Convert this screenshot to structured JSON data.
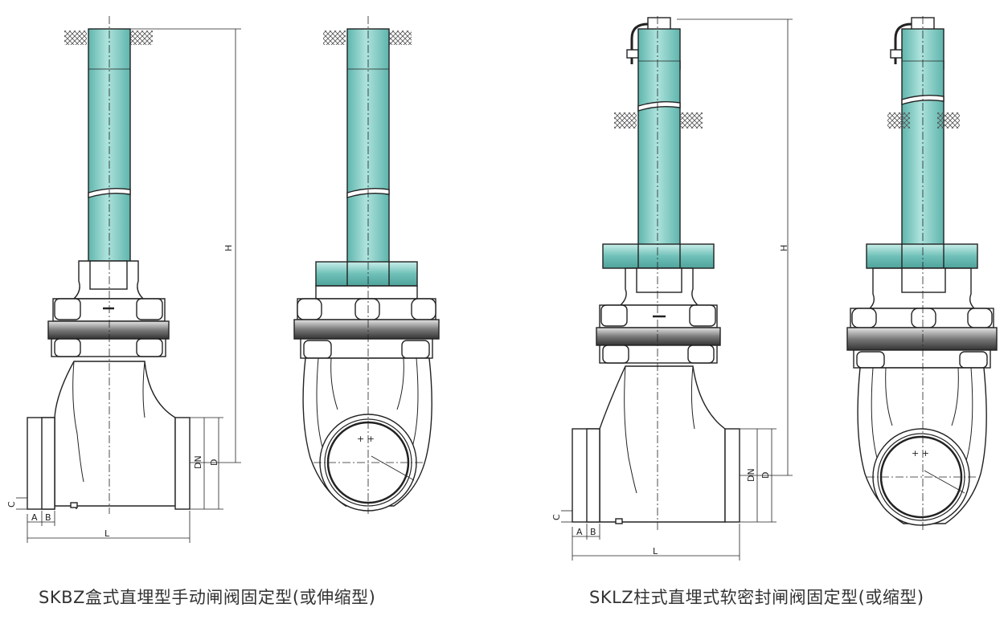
{
  "captions": {
    "left": "SKBZ盒式直埋型手动闸阀固定型(或伸缩型)",
    "right": "SKLZ柱式直埋式软密封闸阀固定型(或缩型)"
  },
  "dims": {
    "H": "H",
    "DN": "DN",
    "D": "D",
    "L": "L",
    "A": "A",
    "B": "B",
    "C": "C"
  },
  "colors": {
    "teal": "#8fd3cc",
    "teal_dark": "#5fb5ad",
    "line": "#222222",
    "hatch": "#555555"
  }
}
